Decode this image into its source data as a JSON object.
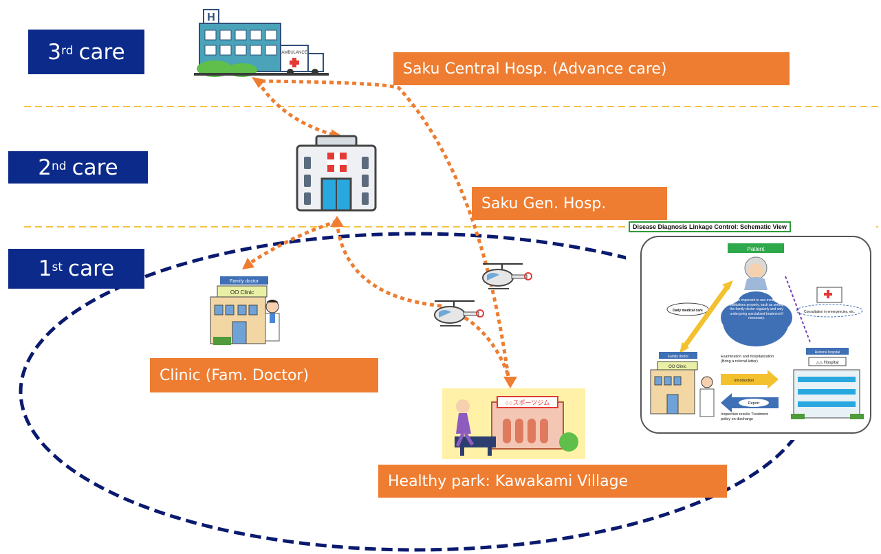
{
  "levels": [
    {
      "num": "3",
      "sup": "rd",
      "label": "care"
    },
    {
      "num": "2",
      "sup": "nd",
      "label": "care"
    },
    {
      "num": "1",
      "sup": "st",
      "label": "care"
    }
  ],
  "labels": {
    "central": "Saku Central Hosp. (Advance care)",
    "general": "Saku Gen. Hosp.",
    "clinic": "Clinic (Fam. Doctor)",
    "park": "Healthy park: Kawakami Village"
  },
  "schematic": {
    "title": "Disease Diagnosis Linkage Control: Schematic View",
    "patient": "Patient",
    "daily_care": "Daily medical care",
    "cloud_text": "It is important to use medical institutions properly, such as seeing the family doctor regularly and only undergoing specialized treatment if necessary.",
    "consultation": "Consultation in emergencies, etc.",
    "family_doctor": "Family doctor",
    "referral_hospital": "Referral hospital",
    "exam_text": "Examination and hospitalization (Bring a referral letter)",
    "introduction": "Introduction",
    "report": "Report",
    "inspection_text": "Inspection results Treatment policy on discharge",
    "clinic_sign": "OO Clinic",
    "hospital_sign": "△△ Hospital"
  },
  "clinic_illustration": {
    "header": "Family doctor",
    "sign": "OO Clinic"
  },
  "gym_sign": "○○スポーツジム",
  "colors": {
    "level_bg": "#0b2a8a",
    "orange": "#ee7d31",
    "navy_dash": "#0a1a6e",
    "tier_line": "#f5c242"
  }
}
